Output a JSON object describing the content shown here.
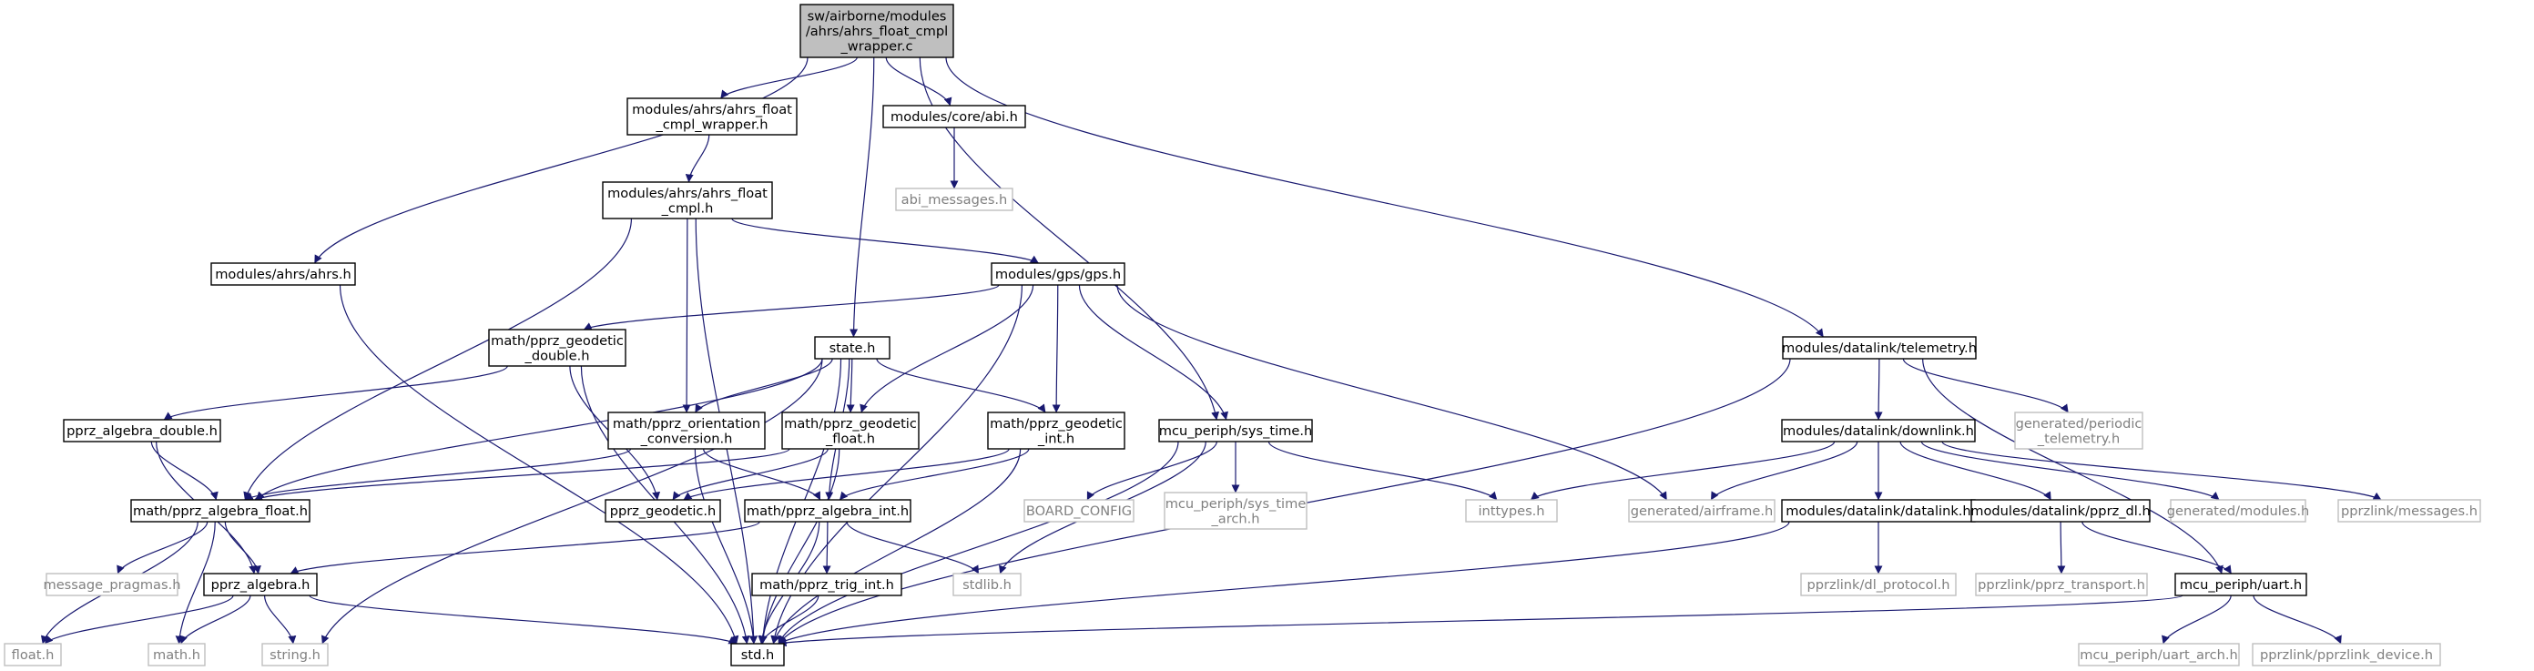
{
  "diagram": {
    "type": "include-dependency-graph",
    "colors": {
      "root_fill": "#bfbfbf",
      "node_fill": "#ffffff",
      "node_border": "#000000",
      "external_border": "#bfbfbf",
      "external_text": "#808080",
      "text": "#000000",
      "edge": "#191970"
    },
    "nodes": [
      {
        "id": "root",
        "lines": [
          "sw/airborne/modules",
          "/ahrs/ahrs_float_cmpl",
          "_wrapper.c"
        ],
        "kind": "root"
      },
      {
        "id": "ahrs_float_cmpl_wrapper_h",
        "lines": [
          "modules/ahrs/ahrs_float",
          "_cmpl_wrapper.h"
        ],
        "kind": "file"
      },
      {
        "id": "abi_h",
        "lines": [
          "modules/core/abi.h"
        ],
        "kind": "file"
      },
      {
        "id": "abi_messages_h",
        "lines": [
          "abi_messages.h"
        ],
        "kind": "external"
      },
      {
        "id": "ahrs_float_cmpl_h",
        "lines": [
          "modules/ahrs/ahrs_float",
          "_cmpl.h"
        ],
        "kind": "file"
      },
      {
        "id": "ahrs_h",
        "lines": [
          "modules/ahrs/ahrs.h"
        ],
        "kind": "file"
      },
      {
        "id": "gps_h",
        "lines": [
          "modules/gps/gps.h"
        ],
        "kind": "file"
      },
      {
        "id": "pprz_geodetic_double_h",
        "lines": [
          "math/pprz_geodetic",
          "_double.h"
        ],
        "kind": "file"
      },
      {
        "id": "state_h",
        "lines": [
          "state.h"
        ],
        "kind": "file"
      },
      {
        "id": "telemetry_h",
        "lines": [
          "modules/datalink/telemetry.h"
        ],
        "kind": "file"
      },
      {
        "id": "pprz_algebra_double_h",
        "lines": [
          "pprz_algebra_double.h"
        ],
        "kind": "file"
      },
      {
        "id": "pprz_orientation_conversion_h",
        "lines": [
          "math/pprz_orientation",
          "_conversion.h"
        ],
        "kind": "file"
      },
      {
        "id": "pprz_geodetic_float_h",
        "lines": [
          "math/pprz_geodetic",
          "_float.h"
        ],
        "kind": "file"
      },
      {
        "id": "pprz_geodetic_int_h",
        "lines": [
          "math/pprz_geodetic",
          "_int.h"
        ],
        "kind": "file"
      },
      {
        "id": "sys_time_h",
        "lines": [
          "mcu_periph/sys_time.h"
        ],
        "kind": "file"
      },
      {
        "id": "downlink_h",
        "lines": [
          "modules/datalink/downlink.h"
        ],
        "kind": "file"
      },
      {
        "id": "periodic_telemetry_h",
        "lines": [
          "generated/periodic",
          "_telemetry.h"
        ],
        "kind": "external"
      },
      {
        "id": "pprz_algebra_float_h",
        "lines": [
          "math/pprz_algebra_float.h"
        ],
        "kind": "file"
      },
      {
        "id": "pprz_geodetic_h",
        "lines": [
          "pprz_geodetic.h"
        ],
        "kind": "file"
      },
      {
        "id": "pprz_algebra_int_h",
        "lines": [
          "math/pprz_algebra_int.h"
        ],
        "kind": "file"
      },
      {
        "id": "board_config",
        "lines": [
          "BOARD_CONFIG"
        ],
        "kind": "external"
      },
      {
        "id": "sys_time_arch_h",
        "lines": [
          "mcu_periph/sys_time",
          "_arch.h"
        ],
        "kind": "external"
      },
      {
        "id": "inttypes_h",
        "lines": [
          "inttypes.h"
        ],
        "kind": "external"
      },
      {
        "id": "airframe_h",
        "lines": [
          "generated/airframe.h"
        ],
        "kind": "external"
      },
      {
        "id": "datalink_h",
        "lines": [
          "modules/datalink/datalink.h"
        ],
        "kind": "file"
      },
      {
        "id": "pprz_dl_h",
        "lines": [
          "modules/datalink/pprz_dl.h"
        ],
        "kind": "file"
      },
      {
        "id": "generated_modules_h",
        "lines": [
          "generated/modules.h"
        ],
        "kind": "external"
      },
      {
        "id": "pprzlink_messages_h",
        "lines": [
          "pprzlink/messages.h"
        ],
        "kind": "external"
      },
      {
        "id": "message_pragmas_h",
        "lines": [
          "message_pragmas.h"
        ],
        "kind": "external"
      },
      {
        "id": "pprz_algebra_h",
        "lines": [
          "pprz_algebra.h"
        ],
        "kind": "file"
      },
      {
        "id": "pprz_trig_int_h",
        "lines": [
          "math/pprz_trig_int.h"
        ],
        "kind": "file"
      },
      {
        "id": "stdlib_h",
        "lines": [
          "stdlib.h"
        ],
        "kind": "external"
      },
      {
        "id": "dl_protocol_h",
        "lines": [
          "pprzlink/dl_protocol.h"
        ],
        "kind": "external"
      },
      {
        "id": "pprz_transport_h",
        "lines": [
          "pprzlink/pprz_transport.h"
        ],
        "kind": "external"
      },
      {
        "id": "uart_h",
        "lines": [
          "mcu_periph/uart.h"
        ],
        "kind": "file"
      },
      {
        "id": "float_h",
        "lines": [
          "float.h"
        ],
        "kind": "external"
      },
      {
        "id": "math_h",
        "lines": [
          "math.h"
        ],
        "kind": "external"
      },
      {
        "id": "string_h",
        "lines": [
          "string.h"
        ],
        "kind": "external"
      },
      {
        "id": "std_h",
        "lines": [
          "std.h"
        ],
        "kind": "file"
      },
      {
        "id": "uart_arch_h",
        "lines": [
          "mcu_periph/uart_arch.h"
        ],
        "kind": "external"
      },
      {
        "id": "pprzlink_device_h",
        "lines": [
          "pprzlink/pprzlink_device.h"
        ],
        "kind": "external"
      }
    ],
    "edges": [
      [
        "root",
        "ahrs_float_cmpl_wrapper_h"
      ],
      [
        "root",
        "abi_h"
      ],
      [
        "root",
        "ahrs_h"
      ],
      [
        "root",
        "state_h"
      ],
      [
        "root",
        "sys_time_h"
      ],
      [
        "root",
        "telemetry_h"
      ],
      [
        "abi_h",
        "abi_messages_h"
      ],
      [
        "ahrs_float_cmpl_wrapper_h",
        "ahrs_float_cmpl_h"
      ],
      [
        "ahrs_float_cmpl_h",
        "gps_h"
      ],
      [
        "ahrs_float_cmpl_h",
        "pprz_algebra_float_h"
      ],
      [
        "ahrs_float_cmpl_h",
        "pprz_orientation_conversion_h"
      ],
      [
        "ahrs_float_cmpl_h",
        "std_h"
      ],
      [
        "ahrs_h",
        "std_h"
      ],
      [
        "gps_h",
        "pprz_geodetic_double_h"
      ],
      [
        "gps_h",
        "pprz_geodetic_float_h"
      ],
      [
        "gps_h",
        "pprz_geodetic_int_h"
      ],
      [
        "gps_h",
        "sys_time_h"
      ],
      [
        "gps_h",
        "airframe_h"
      ],
      [
        "gps_h",
        "std_h"
      ],
      [
        "pprz_geodetic_double_h",
        "pprz_algebra_double_h"
      ],
      [
        "pprz_geodetic_double_h",
        "pprz_geodetic_h"
      ],
      [
        "pprz_geodetic_double_h",
        "std_h"
      ],
      [
        "state_h",
        "pprz_algebra_float_h"
      ],
      [
        "state_h",
        "pprz_orientation_conversion_h"
      ],
      [
        "state_h",
        "pprz_geodetic_float_h"
      ],
      [
        "state_h",
        "pprz_geodetic_int_h"
      ],
      [
        "state_h",
        "pprz_algebra_int_h"
      ],
      [
        "state_h",
        "string_h"
      ],
      [
        "state_h",
        "std_h"
      ],
      [
        "telemetry_h",
        "downlink_h"
      ],
      [
        "telemetry_h",
        "periodic_telemetry_h"
      ],
      [
        "telemetry_h",
        "uart_h"
      ],
      [
        "telemetry_h",
        "std_h"
      ],
      [
        "pprz_algebra_double_h",
        "pprz_algebra_float_h"
      ],
      [
        "pprz_algebra_double_h",
        "pprz_algebra_h"
      ],
      [
        "pprz_orientation_conversion_h",
        "pprz_algebra_float_h"
      ],
      [
        "pprz_orientation_conversion_h",
        "pprz_algebra_int_h"
      ],
      [
        "pprz_orientation_conversion_h",
        "std_h"
      ],
      [
        "pprz_geodetic_float_h",
        "pprz_algebra_float_h"
      ],
      [
        "pprz_geodetic_float_h",
        "pprz_geodetic_h"
      ],
      [
        "pprz_geodetic_float_h",
        "std_h"
      ],
      [
        "pprz_geodetic_int_h",
        "pprz_geodetic_h"
      ],
      [
        "pprz_geodetic_int_h",
        "pprz_algebra_int_h"
      ],
      [
        "pprz_geodetic_int_h",
        "std_h"
      ],
      [
        "sys_time_h",
        "board_config"
      ],
      [
        "sys_time_h",
        "sys_time_arch_h"
      ],
      [
        "sys_time_h",
        "inttypes_h"
      ],
      [
        "sys_time_h",
        "stdlib_h"
      ],
      [
        "sys_time_h",
        "std_h"
      ],
      [
        "downlink_h",
        "inttypes_h"
      ],
      [
        "downlink_h",
        "airframe_h"
      ],
      [
        "downlink_h",
        "datalink_h"
      ],
      [
        "downlink_h",
        "pprz_dl_h"
      ],
      [
        "downlink_h",
        "generated_modules_h"
      ],
      [
        "downlink_h",
        "pprzlink_messages_h"
      ],
      [
        "pprz_algebra_float_h",
        "message_pragmas_h"
      ],
      [
        "pprz_algebra_float_h",
        "pprz_algebra_h"
      ],
      [
        "pprz_algebra_float_h",
        "float_h"
      ],
      [
        "pprz_algebra_float_h",
        "math_h"
      ],
      [
        "pprz_algebra_int_h",
        "pprz_algebra_h"
      ],
      [
        "pprz_algebra_int_h",
        "pprz_trig_int_h"
      ],
      [
        "pprz_algebra_int_h",
        "stdlib_h"
      ],
      [
        "pprz_algebra_int_h",
        "std_h"
      ],
      [
        "pprz_algebra_h",
        "float_h"
      ],
      [
        "pprz_algebra_h",
        "math_h"
      ],
      [
        "pprz_algebra_h",
        "string_h"
      ],
      [
        "pprz_algebra_h",
        "std_h"
      ],
      [
        "pprz_trig_int_h",
        "std_h"
      ],
      [
        "datalink_h",
        "dl_protocol_h"
      ],
      [
        "datalink_h",
        "std_h"
      ],
      [
        "pprz_dl_h",
        "pprz_transport_h"
      ],
      [
        "pprz_dl_h",
        "uart_h"
      ],
      [
        "uart_h",
        "uart_arch_h"
      ],
      [
        "uart_h",
        "pprzlink_device_h"
      ],
      [
        "uart_h",
        "std_h"
      ]
    ]
  }
}
